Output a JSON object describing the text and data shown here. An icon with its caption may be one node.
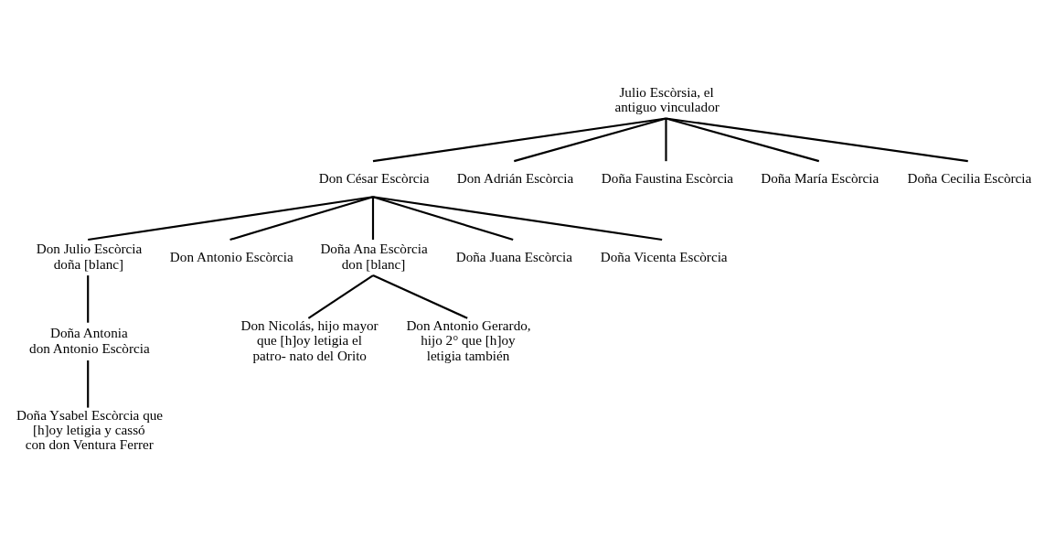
{
  "diagram": {
    "nodes": [
      {
        "text": [
          "Julio Escòrsia, el antiguo vinculador"
        ]
      },
      {
        "text": [
          "Don César Escòrcia"
        ]
      },
      {
        "text": [
          "Don Adrián Escòrcia"
        ]
      },
      {
        "text": [
          "Doña Faustina Escòrcia"
        ]
      },
      {
        "text": [
          "Doña María Escòrcia"
        ]
      },
      {
        "text": [
          "Doña Cecilia Escòrcia"
        ]
      },
      {
        "text": [
          "Don Julio Escòrcia",
          "doña [blanc]"
        ]
      },
      {
        "text": [
          "Don Antonio Escòrcia"
        ]
      },
      {
        "text": [
          "Doña Ana Escòrcia",
          "don [blanc]"
        ]
      },
      {
        "text": [
          "Doña Juana Escòrcia"
        ]
      },
      {
        "text": [
          "Doña Vicenta Escòrcia"
        ]
      },
      {
        "text": [
          "Doña Antonia",
          "don Antonio Escòrcia"
        ]
      },
      {
        "text": [
          "Don Nicolás, hijo mayor que [h]oy letigia el patro- nato del Orito"
        ]
      },
      {
        "text": [
          "Don Antonio Gerardo, hijo 2° que [h]oy letigia también"
        ]
      },
      {
        "text": [
          "Doña Ysabel Escòrcia que [h]oy letigia y cassó con don Ventura Ferrer"
        ]
      }
    ],
    "edges": [
      {
        "from": 0,
        "to": 1,
        "arrow": "none"
      },
      {
        "from": 0,
        "to": 2,
        "arrow": "none"
      },
      {
        "from": 0,
        "to": 3,
        "arrow": "none"
      },
      {
        "from": 0,
        "to": 4,
        "arrow": "none"
      },
      {
        "from": 0,
        "to": 5,
        "arrow": "none"
      },
      {
        "from": 1,
        "to": 6,
        "arrow": "none"
      },
      {
        "from": 1,
        "to": 7,
        "arrow": "none"
      },
      {
        "from": 1,
        "to": 8,
        "arrow": "none"
      },
      {
        "from": 1,
        "to": 9,
        "arrow": "none"
      },
      {
        "from": 1,
        "to": 10,
        "arrow": "none"
      },
      {
        "from": 6,
        "to": 11,
        "arrow": "none"
      },
      {
        "from": 8,
        "to": 12,
        "arrow": "none"
      },
      {
        "from": 8,
        "to": 13,
        "arrow": "none"
      },
      {
        "from": 11,
        "to": 14,
        "arrow": "none"
      }
    ]
  }
}
